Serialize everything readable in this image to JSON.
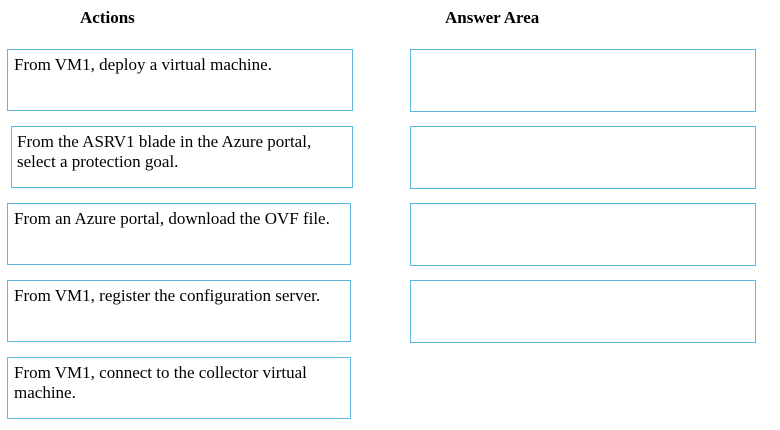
{
  "headings": {
    "actions": "Actions",
    "answer_area": "Answer Area"
  },
  "actions": [
    {
      "text": "From VM1, deploy a virtual machine."
    },
    {
      "text": "From the ASRV1 blade in the Azure portal, select a protection goal."
    },
    {
      "text": "From an Azure portal, download the OVF file."
    },
    {
      "text": "From VM1, register the configuration server."
    },
    {
      "text": "From VM1, connect to the collector virtual machine."
    }
  ],
  "colors": {
    "box_border": "#5cb8de",
    "text": "#000000",
    "background": "#ffffff"
  }
}
